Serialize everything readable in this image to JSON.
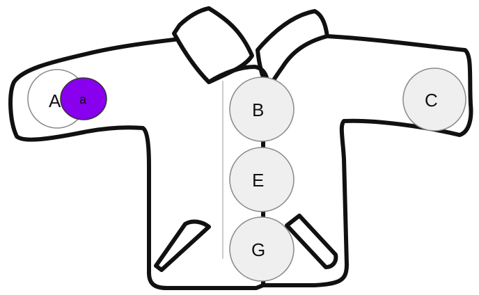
{
  "zones": [
    {
      "id": "A",
      "label": "A"
    },
    {
      "id": "B",
      "label": "B"
    },
    {
      "id": "C",
      "label": "C"
    },
    {
      "id": "E",
      "label": "E"
    },
    {
      "id": "G",
      "label": "G"
    }
  ],
  "draggable": {
    "label": "a",
    "color": "#8800ee"
  },
  "colors": {
    "outline": "#111111",
    "zone_fill": "#efefef",
    "zone_stroke": "#888888",
    "zone_a_fill": "#ffffff"
  }
}
